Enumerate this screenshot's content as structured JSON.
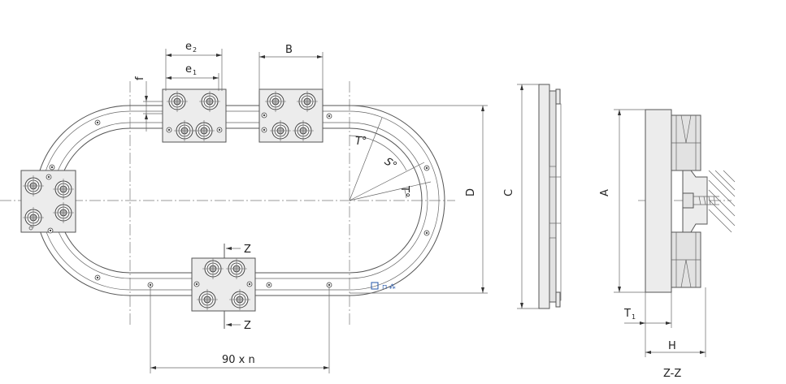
{
  "labels": {
    "e2": "e",
    "e2_sub": "2",
    "e1": "e",
    "e1_sub": "1",
    "b": "B",
    "f": "f",
    "t_angle": "T°",
    "s_angle": "S°",
    "t_small": "T°",
    "d": "D",
    "c": "C",
    "a": "A",
    "t1": "T",
    "t1_sub": "1",
    "h": "H",
    "zz": "Z-Z",
    "z_top": "Z",
    "z_bottom": "Z",
    "pitch": "90 x n"
  }
}
